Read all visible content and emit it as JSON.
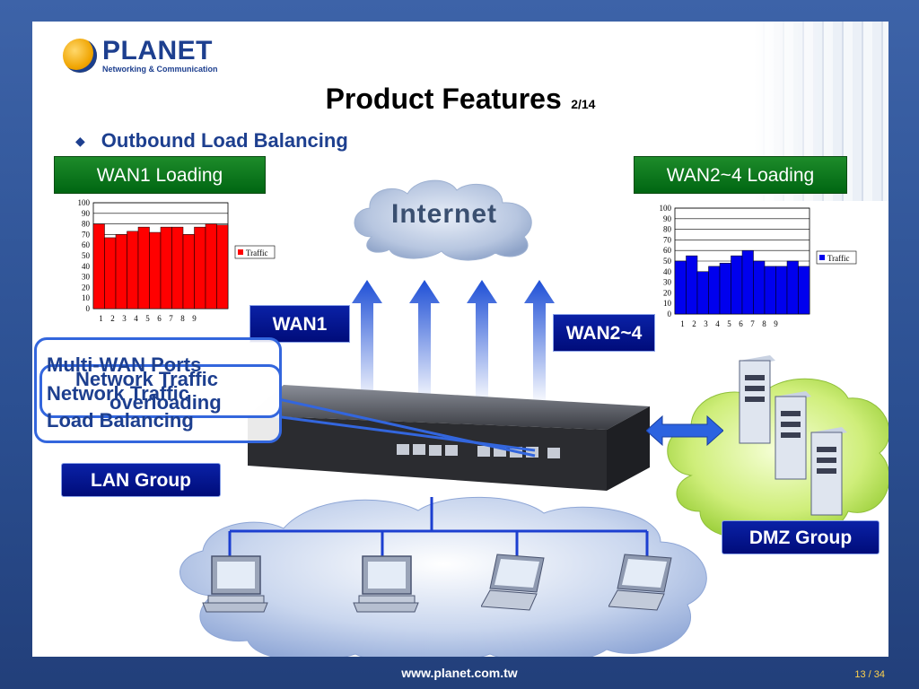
{
  "logo": {
    "name": "PLANET",
    "tagline": "Networking & Communication"
  },
  "title": {
    "main": "Product Features",
    "sub": "2/14"
  },
  "bullet": {
    "text": "Outbound Load Balancing"
  },
  "labels": {
    "wan1_loading": "WAN1 Loading",
    "wan24_loading": "WAN2~4 Loading",
    "wan1": "WAN1",
    "wan24": "WAN2~4",
    "lan_group": "LAN Group",
    "dmz_group": "DMZ Group",
    "internet": "Internet"
  },
  "popups": {
    "back": {
      "line1": "Multi-WAN Ports",
      "line2": "Network Traffic",
      "line3": "Load Balancing"
    },
    "front": {
      "line1": "Network Traffic",
      "line2": "overloading"
    }
  },
  "footer": {
    "url": "www.planet.com.tw",
    "page": "13 / 34"
  },
  "colors": {
    "wan1_bar": "#ff0000",
    "wan24_bar": "#0000ee",
    "label_green": "#0b7a1c",
    "label_blue": "#0010a0"
  },
  "icons": [
    "planet-logo-icon",
    "diamond-bullet-icon",
    "internet-cloud-icon",
    "arrow-up-icon",
    "router-device-icon",
    "server-icon",
    "laptop-icon",
    "desktop-pc-icon",
    "double-arrow-icon"
  ],
  "chart_data": [
    {
      "type": "bar",
      "categories": [
        "1",
        "2",
        "3",
        "4",
        "5",
        "6",
        "7",
        "8",
        "9"
      ],
      "y_ticks": [
        0,
        10,
        20,
        30,
        40,
        50,
        60,
        70,
        80,
        90,
        100
      ],
      "legend": "Traffic",
      "legend_position": "right",
      "ylim": [
        0,
        100
      ],
      "series": [
        {
          "name": "Traffic",
          "values": [
            80,
            67,
            70,
            73,
            77,
            72,
            77,
            77,
            70,
            77,
            80,
            79
          ]
        }
      ]
    },
    {
      "type": "bar",
      "categories": [
        "1",
        "2",
        "3",
        "4",
        "5",
        "6",
        "7",
        "8",
        "9"
      ],
      "y_ticks": [
        0,
        10,
        20,
        30,
        40,
        50,
        60,
        70,
        80,
        90,
        100
      ],
      "legend": "Traffic",
      "legend_position": "right",
      "ylim": [
        0,
        100
      ],
      "series": [
        {
          "name": "Traffic",
          "values": [
            50,
            55,
            40,
            45,
            48,
            55,
            60,
            50,
            45,
            45,
            50,
            45
          ]
        }
      ]
    }
  ]
}
